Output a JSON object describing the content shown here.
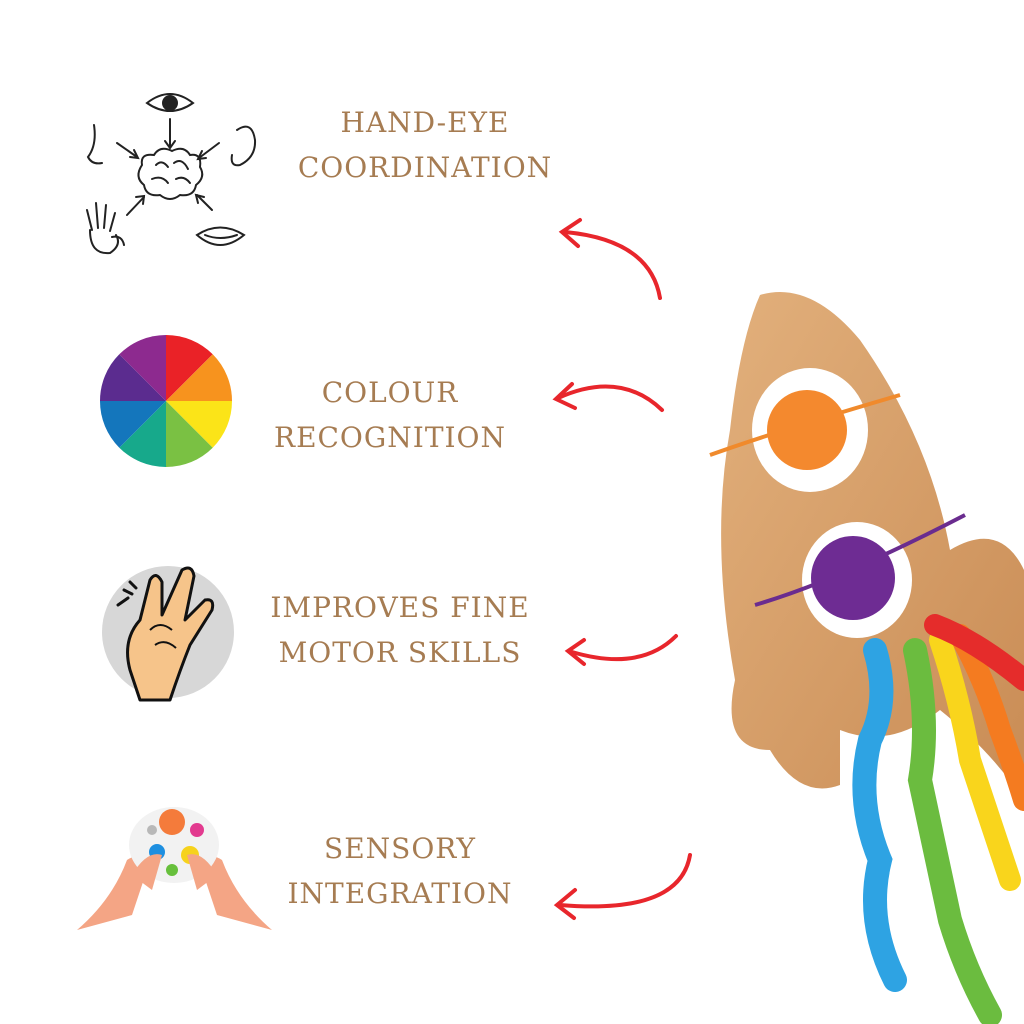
{
  "benefits": [
    {
      "line1": "HAND-EYE",
      "line2": "COORDINATION",
      "icon": "senses-brain-icon"
    },
    {
      "line1": "COLOUR",
      "line2": "RECOGNITION",
      "icon": "color-wheel-icon"
    },
    {
      "line1": "IMPROVES FINE",
      "line2": "MOTOR SKILLS",
      "icon": "hand-gesture-icon"
    },
    {
      "line1": "SENSORY",
      "line2": "INTEGRATION",
      "icon": "pop-it-toy-icon"
    }
  ],
  "colors": {
    "label_text": "#a67c52",
    "arrow": "#e8262c",
    "wood": "#d9a46e"
  }
}
